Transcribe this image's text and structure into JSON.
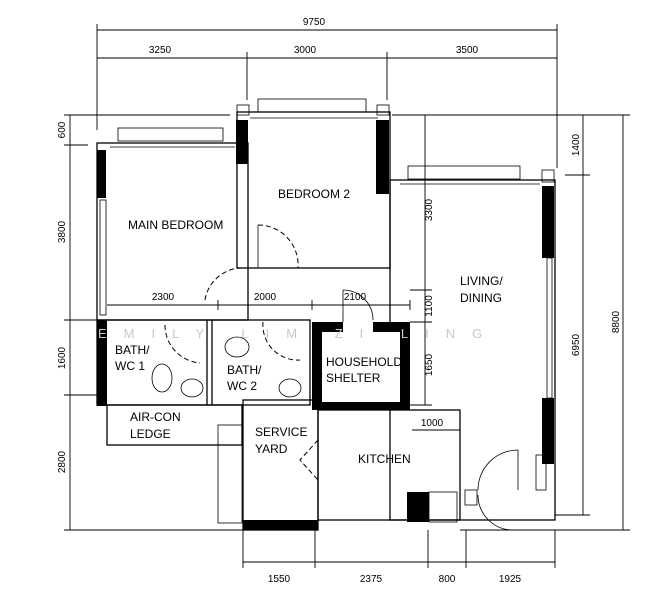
{
  "rooms": {
    "main_bedroom": "MAIN  BEDROOM",
    "bedroom2": "BEDROOM  2",
    "living_l1": "LIVING/",
    "living_l2": "DINING",
    "bath1_l1": "BATH/",
    "bath1_l2": "WC  1",
    "bath2_l1": "BATH/",
    "bath2_l2": "WC  2",
    "shelter_l1": "HOUSEHOLD",
    "shelter_l2": "SHELTER",
    "aircon_l1": "AIR-CON",
    "aircon_l2": "LEDGE",
    "yard_l1": "SERVICE",
    "yard_l2": "YARD",
    "kitchen": "KITCHEN"
  },
  "dimensions": {
    "top_total": "9750",
    "top": [
      "3250",
      "3000",
      "3500"
    ],
    "left": [
      "600",
      "3800",
      "1600",
      "2800"
    ],
    "right_inner": "1400",
    "right_mid": "6950",
    "right_total": "8800",
    "interior_h": [
      "2300",
      "2000",
      "2100"
    ],
    "interior_v": [
      "3300",
      "1100",
      "1650"
    ],
    "kitchen_width": "1000",
    "bottom": [
      "1550",
      "2375",
      "800",
      "1925"
    ]
  },
  "watermark": "EMILY LIM ZI LING"
}
